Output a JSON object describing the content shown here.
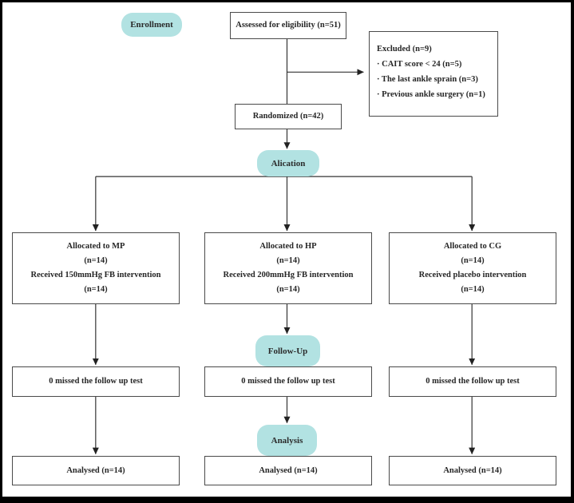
{
  "colors": {
    "accent_teal": "#b2e2e2",
    "line": "#333333",
    "box_border": "#4a4a4a",
    "outer_border": "#000000",
    "text": "#262626"
  },
  "stage_labels": {
    "enrollment": "Enrollment",
    "allocation": "Alication",
    "follow_up": "Follow-Up",
    "analysis": "Analysis"
  },
  "top": {
    "assessed": "Assessed for eligibility (n=51)",
    "excluded_title": "Excluded (n=9)",
    "excluded_reasons": [
      "· CAIT score < 24 (n=5)",
      "· The last ankle sprain (n=3)",
      "· Previous ankle surgery (n=1)"
    ],
    "randomized": "Randomized (n=42)"
  },
  "columns": [
    {
      "allocated": [
        "Allocated to MP",
        "(n=14)",
        "Received 150mmHg FB intervention",
        "(n=14)"
      ],
      "follow_up": "0 missed the follow up test",
      "analysed": "Analysed (n=14)"
    },
    {
      "allocated": [
        "Allocated to HP",
        "(n=14)",
        "Received 200mmHg FB intervention",
        "(n=14)"
      ],
      "follow_up": "0 missed the follow up test",
      "analysed": "Analysed (n=14)"
    },
    {
      "allocated": [
        "Allocated to CG",
        "(n=14)",
        "Received placebo intervention",
        "(n=14)"
      ],
      "follow_up": "0 missed the follow up test",
      "analysed": "Analysed (n=14)"
    }
  ]
}
